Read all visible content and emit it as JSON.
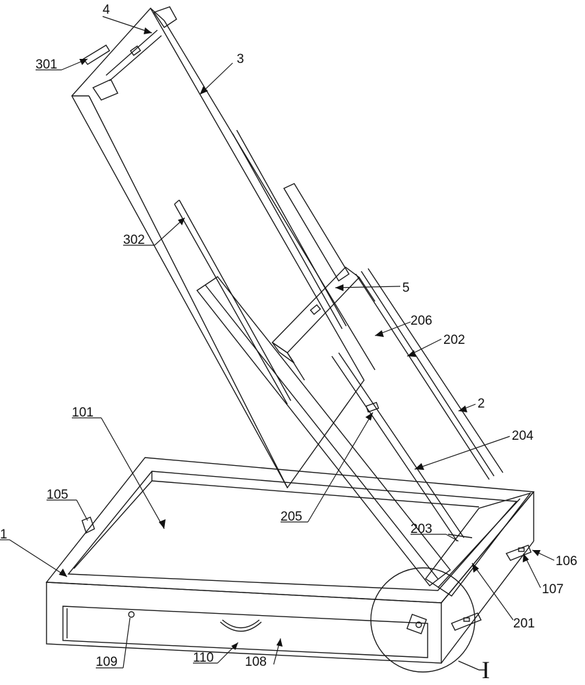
{
  "labels": {
    "l1": "1",
    "l2": "2",
    "l3": "3",
    "l4": "4",
    "l5": "5",
    "l101": "101",
    "l105": "105",
    "l106": "106",
    "l107": "107",
    "l108": "108",
    "l109": "109",
    "l110": "110",
    "l201": "201",
    "l202": "202",
    "l203": "203",
    "l204": "204",
    "l205": "205",
    "l206": "206",
    "l301": "301",
    "l302": "302",
    "detail": "I"
  }
}
